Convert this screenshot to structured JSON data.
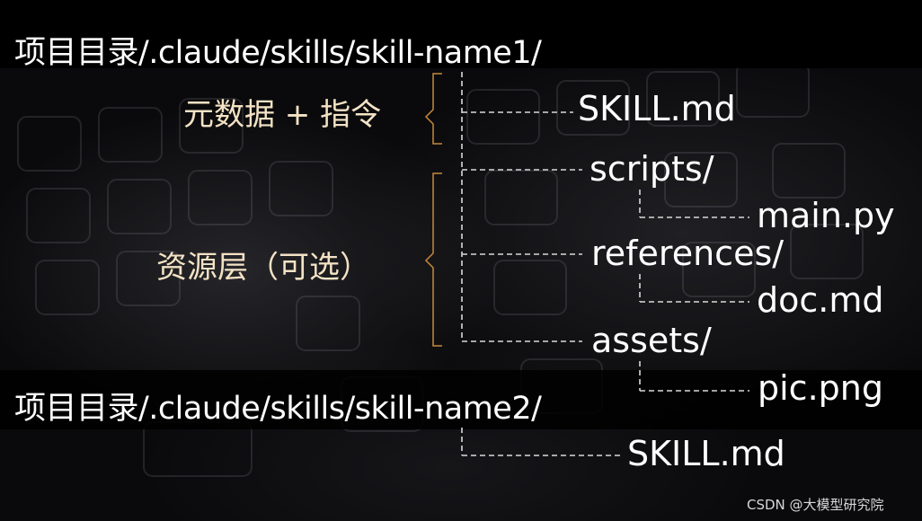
{
  "tree1": {
    "root": "项目目录/.claude/skills/skill-name1/",
    "group_meta_label": "元数据 + 指令",
    "group_resource_label": "资源层（可选）",
    "skill_file": "SKILL.md",
    "scripts_dir": "scripts/",
    "scripts_file": "main.py",
    "references_dir": "references/",
    "references_file": "doc.md",
    "assets_dir": "assets/",
    "assets_file": "pic.png"
  },
  "tree2": {
    "root": "项目目录/.claude/skills/skill-name2/",
    "skill_file": "SKILL.md"
  },
  "watermark": "CSDN @大模型研究院",
  "colors": {
    "text": "#ffffff",
    "label": "#f3e2c4",
    "bracket": "#c58a3c",
    "connector": "#d9d9d9"
  }
}
